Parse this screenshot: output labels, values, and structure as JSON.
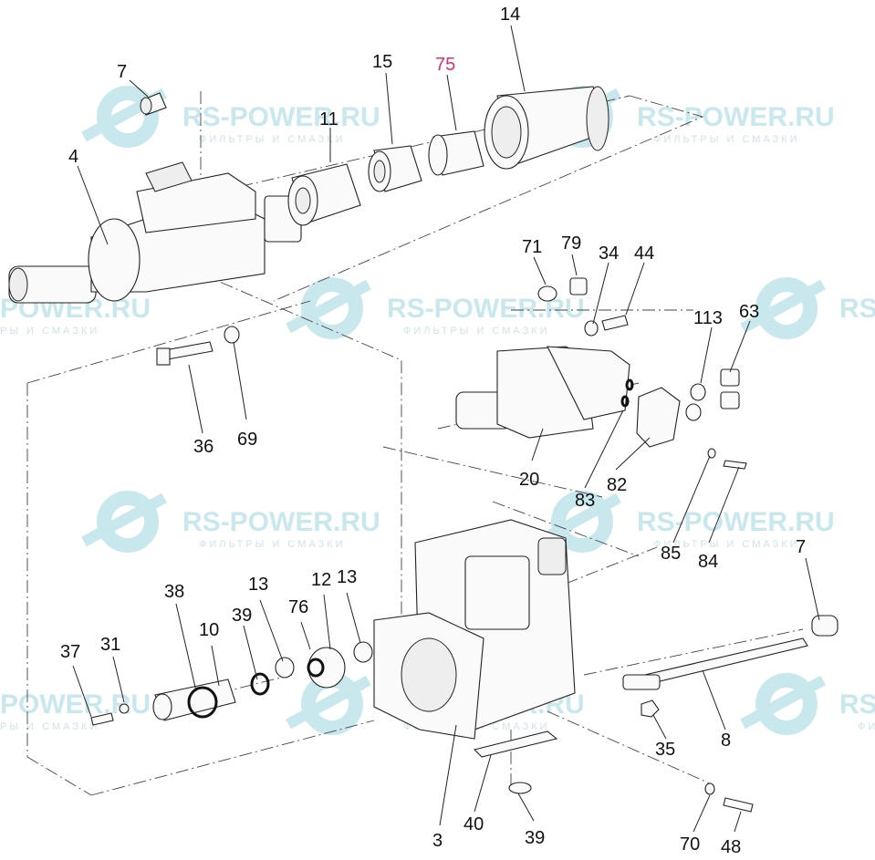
{
  "watermark": {
    "brand": "RS-POWER.RU",
    "brand_cut": "POWER.RU",
    "brand_edge": "RS",
    "tagline": "ФИЛЬТРЫ И СМАЗКИ",
    "tagline_cut": "РЫ И СМАЗКИ",
    "tagline_edge": "ФИЛЬТРЫ И СМАЗКИ",
    "color": "#c9e8ee"
  },
  "highlight_color": "#d6336c",
  "labels": {
    "p7a": "7",
    "p4": "4",
    "p11": "11",
    "p15": "15",
    "p75": "75",
    "p14": "14",
    "p71": "71",
    "p79": "79",
    "p34": "34",
    "p44": "44",
    "p113": "113",
    "p63": "63",
    "p36": "36",
    "p69": "69",
    "p20": "20",
    "p83": "83",
    "p82": "82",
    "p85": "85",
    "p84": "84",
    "p7b": "7",
    "p38": "38",
    "p10": "10",
    "p39a": "39",
    "p13a": "13",
    "p76": "76",
    "p12": "12",
    "p13b": "13",
    "p37": "37",
    "p31": "31",
    "p35": "35",
    "p8": "8",
    "p3": "3",
    "p40": "40",
    "p39b": "39",
    "p70": "70",
    "p48": "48"
  }
}
